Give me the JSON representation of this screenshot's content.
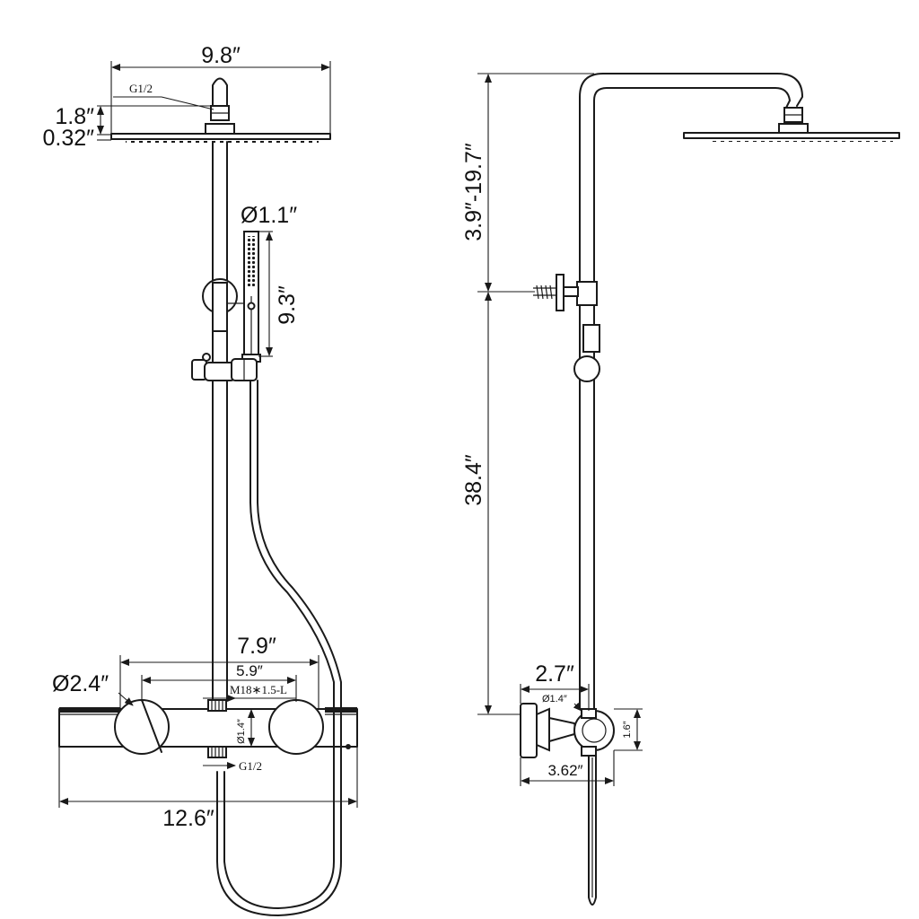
{
  "front_view": {
    "labels": {
      "width_head": "9.8″",
      "thread_head": "G1/2",
      "height_nut": "1.8″",
      "thickness_head": "0.32″",
      "diameter_hand": "Ø1.1″",
      "length_hand": "9.3″",
      "span_outer": "7.9″",
      "span_inner": "5.9″",
      "thread_top": "M18∗1.5-L",
      "diameter_knob": "Ø2.4″",
      "diameter_pipe": "Ø1.4″",
      "thread_bottom": "G1/2",
      "width_body": "12.6″"
    }
  },
  "side_view": {
    "labels": {
      "height_adjust": "3.9″-19.7″",
      "height_riser": "38.4″",
      "depth_valve": "2.7″",
      "diameter_pipe": "Ø1.4″",
      "height_valve": "1.6″",
      "depth_total": "3.62″"
    }
  }
}
